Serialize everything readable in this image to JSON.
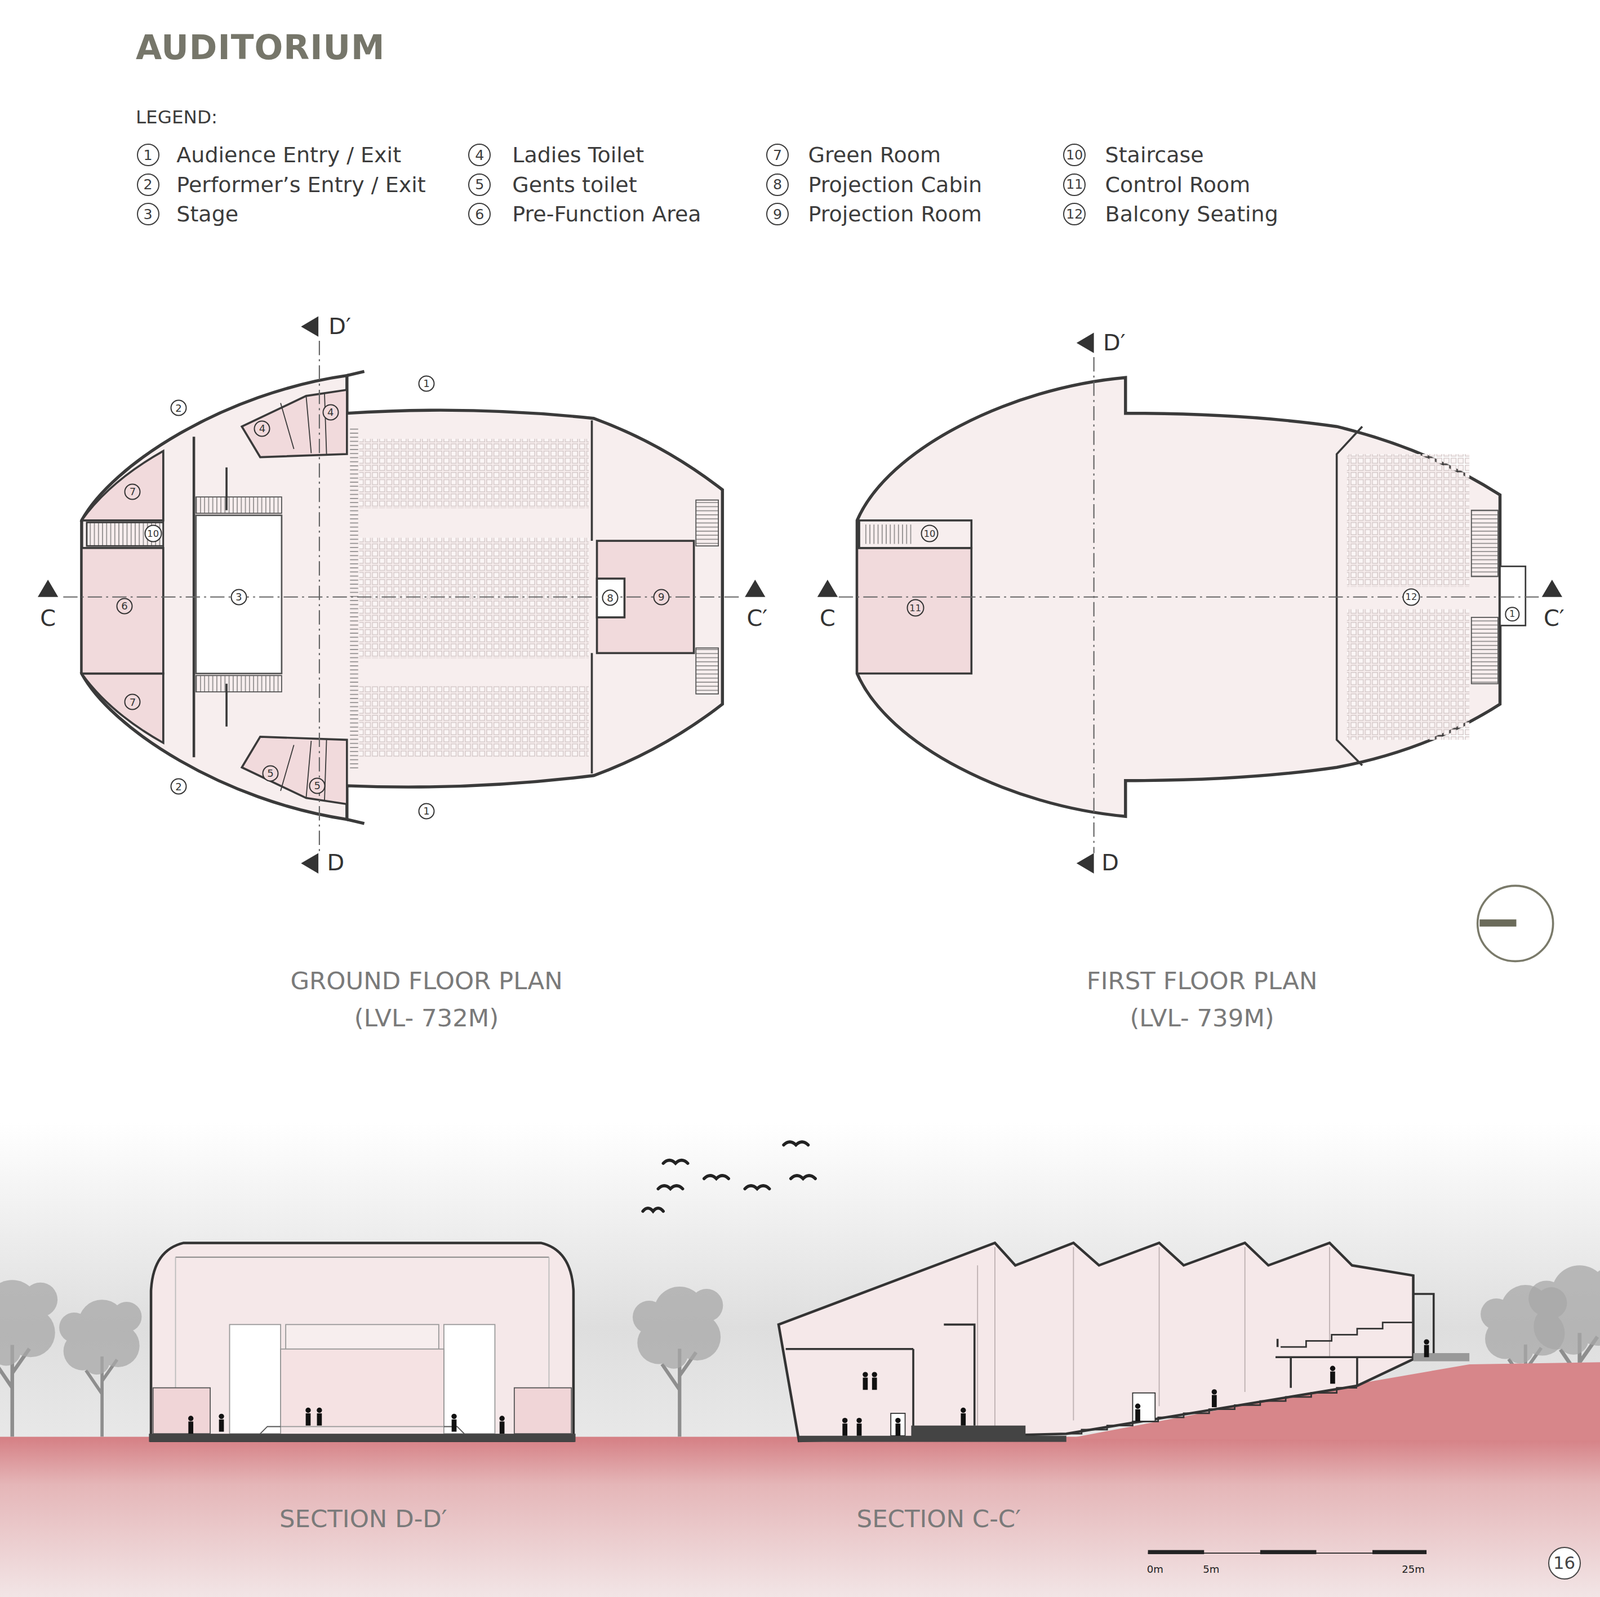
{
  "diagram": {
    "title": "AUDITORIUM",
    "labels": [
      "LEGEND:",
      "1",
      "2",
      "3",
      "4",
      "5",
      "6",
      "7",
      "8",
      "9",
      "10",
      "11",
      "12",
      "2",
      "2",
      "4",
      "4",
      "5",
      "5",
      "7",
      "10",
      "6",
      "7",
      "3",
      "8",
      "9",
      "1",
      "1",
      "10",
      "11",
      "12",
      "1",
      "D′",
      "D",
      "C",
      "C′",
      "D′",
      "D",
      "C",
      "C′",
      "GROUND FLOOR PLAN",
      "(LVL- 732M)",
      "FIRST FLOOR PLAN",
      "(LVL- 739M)",
      "SECTION D-D′",
      "SECTION C-C′",
      "0m",
      "5m",
      "25m",
      "16"
    ],
    "legend": [
      {
        "text": "Audience Entry / Exit"
      },
      {
        "text": "Performer’s Entry / Exit"
      },
      {
        "text": "Stage"
      },
      {
        "text": "Ladies Toilet"
      },
      {
        "text": "Gents toilet"
      },
      {
        "text": "Pre-Function Area"
      },
      {
        "text": "Green Room"
      },
      {
        "text": "Projection Cabin"
      },
      {
        "text": "Projection Room"
      },
      {
        "text": "Staircase"
      },
      {
        "text": "Control Room"
      },
      {
        "text": "Balcony Seating"
      }
    ]
  }
}
